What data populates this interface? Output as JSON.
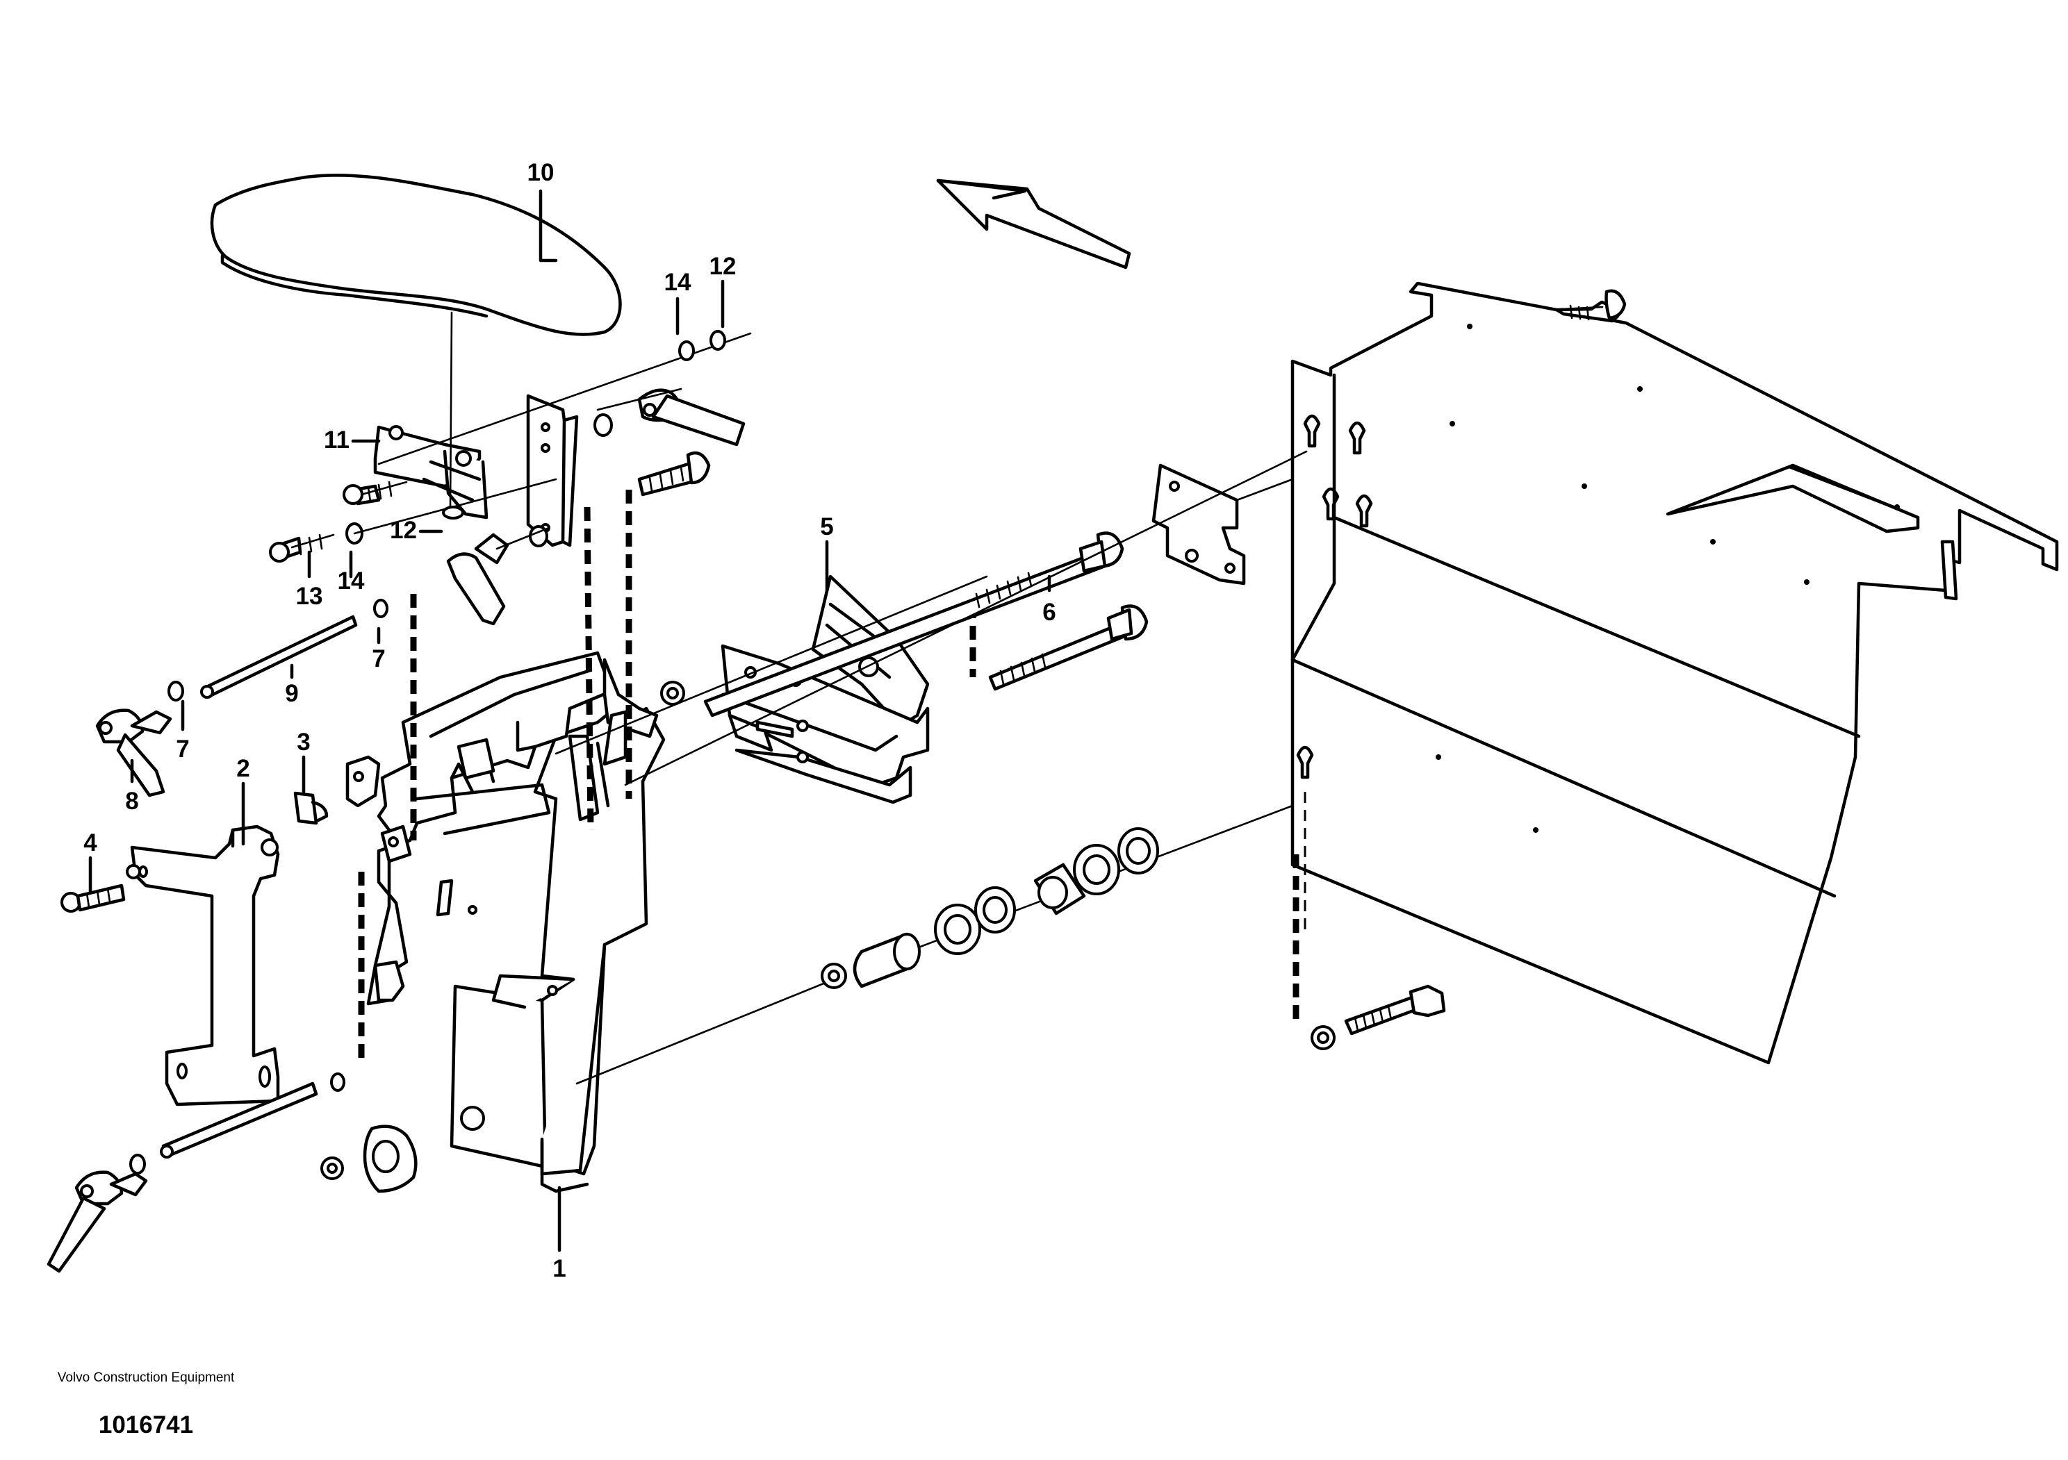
{
  "callouts": [
    "10",
    "14",
    "12",
    "11",
    "12",
    "13",
    "14",
    "7",
    "9",
    "7",
    "8",
    "3",
    "2",
    "4",
    "5",
    "6",
    "1"
  ],
  "footer": {
    "company": "Volvo Construction Equipment",
    "part_number": "1016741"
  }
}
